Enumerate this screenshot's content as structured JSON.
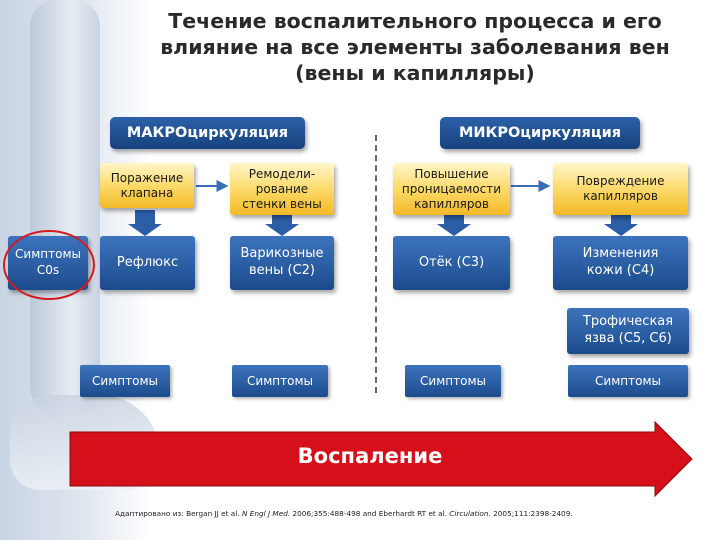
{
  "title": {
    "line1": "Течение воспалительного процесса и его",
    "line2": "влияние на все элементы заболевания вен",
    "line3": "(вены и капилляры)"
  },
  "headers": {
    "macro": "МАКРОциркуляция",
    "micro": "МИКРОциркуляция"
  },
  "top_row": [
    {
      "line1": "Поражение",
      "line2": "клапана"
    },
    {
      "line1": "Ремодели-",
      "line2": "рование",
      "line3": "стенки вены"
    },
    {
      "line1": "Повышение",
      "line2": "проницаемости",
      "line3": "капилляров"
    },
    {
      "line1": "Повреждение",
      "line2": "капилляров"
    }
  ],
  "mid_row": [
    {
      "line1": "Симптомы",
      "line2": "C0s"
    },
    {
      "line1": "Рефлюкс"
    },
    {
      "line1": "Варикозные",
      "line2": "вены (C2)"
    },
    {
      "line1": "Отёк (C3)"
    },
    {
      "line1": "Изменения",
      "line2": "кожи (C4)"
    }
  ],
  "ulcer": {
    "line1": "Трофическая",
    "line2": "язва (C5, C6)"
  },
  "symptoms": [
    "Симптомы",
    "Симптомы",
    "Симптомы",
    "Симптомы"
  ],
  "inflammation": "Воспаление",
  "reference": {
    "prefix": "Адаптировано из: Bergan JJ et al. ",
    "journal1": "N Engl J Med.",
    "mid": " 2006;355:488-498 and Eberhardt RT et al. ",
    "journal2": "Circulation.",
    "suffix": " 2005;111:2398-2409."
  },
  "colors": {
    "macro_micro_header": "#1f4f91",
    "gold_box": "#f8cf4f",
    "blue_box": "#2a5fa5",
    "arrow_red": "#d6101a",
    "highlight_circle": "#d51a20"
  }
}
